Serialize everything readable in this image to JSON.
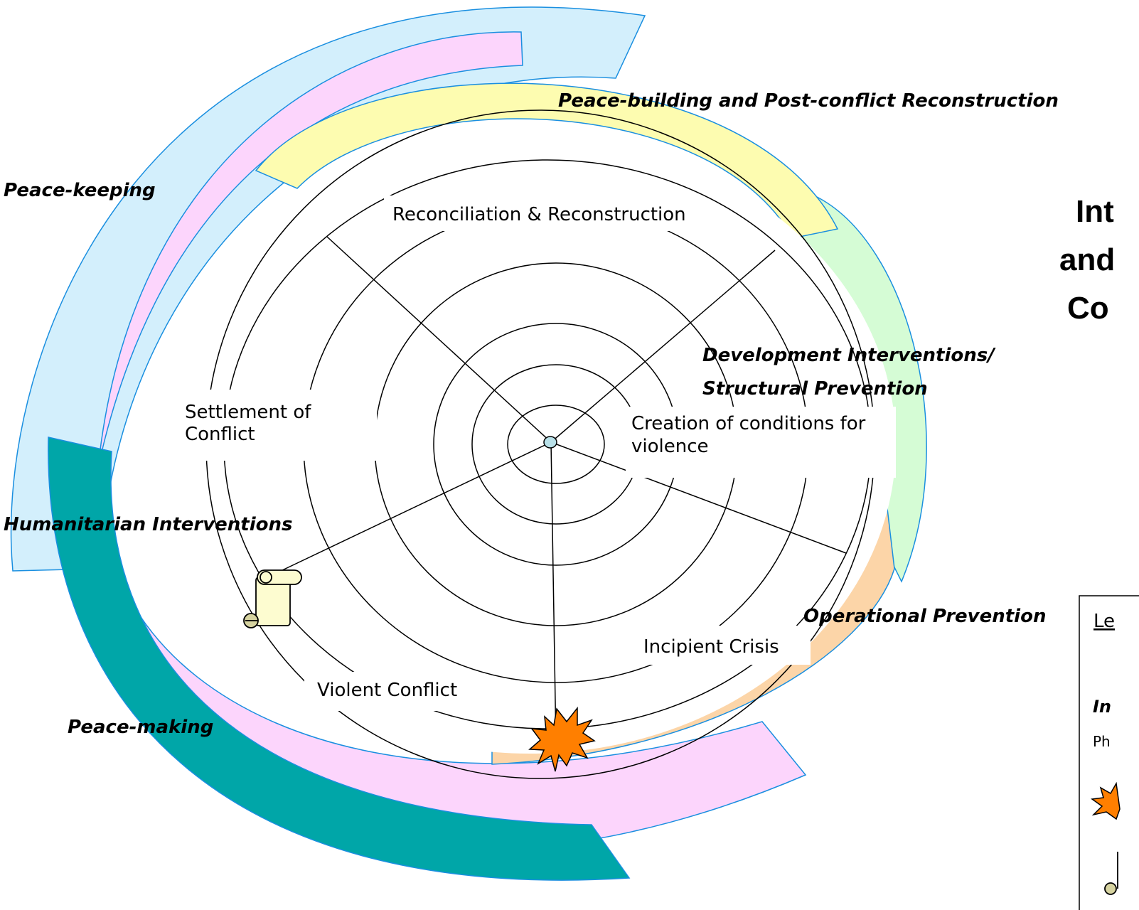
{
  "title": {
    "lines": [
      "Int",
      "and",
      "Co"
    ]
  },
  "phases": {
    "reconciliation": "Reconciliation & Reconstruction",
    "settlement_line1": "Settlement of",
    "settlement_line2": "Conflict",
    "creation_line1": "Creation of conditions for",
    "creation_line2": "violence",
    "incipient": "Incipient Crisis",
    "violent": "Violent Conflict"
  },
  "interventions": {
    "peace_building": "Peace-building and Post-conflict Reconstruction",
    "peace_keeping": "Peace-keeping",
    "development_line1": "Development Interventions/",
    "development_line2": "Structural Prevention",
    "humanitarian": "Humanitarian Interventions",
    "operational": "Operational Prevention",
    "peace_making": "Peace-making"
  },
  "legend": {
    "heading": "Le",
    "item_italic": "In",
    "item_small": "Ph"
  },
  "colors": {
    "light_blue": "#d3effc",
    "pink": "#fcd5fc",
    "yellow": "#fdfcb0",
    "light_green": "#d5fcd5",
    "peach": "#fcd5a8",
    "teal": "#00a6a8",
    "band_stroke": "#1a8fe0",
    "star": "#ff7f00",
    "scroll": "#fdfcd0"
  },
  "icons": {
    "explosion": "explosion-star-icon",
    "treaty": "scroll-icon"
  }
}
